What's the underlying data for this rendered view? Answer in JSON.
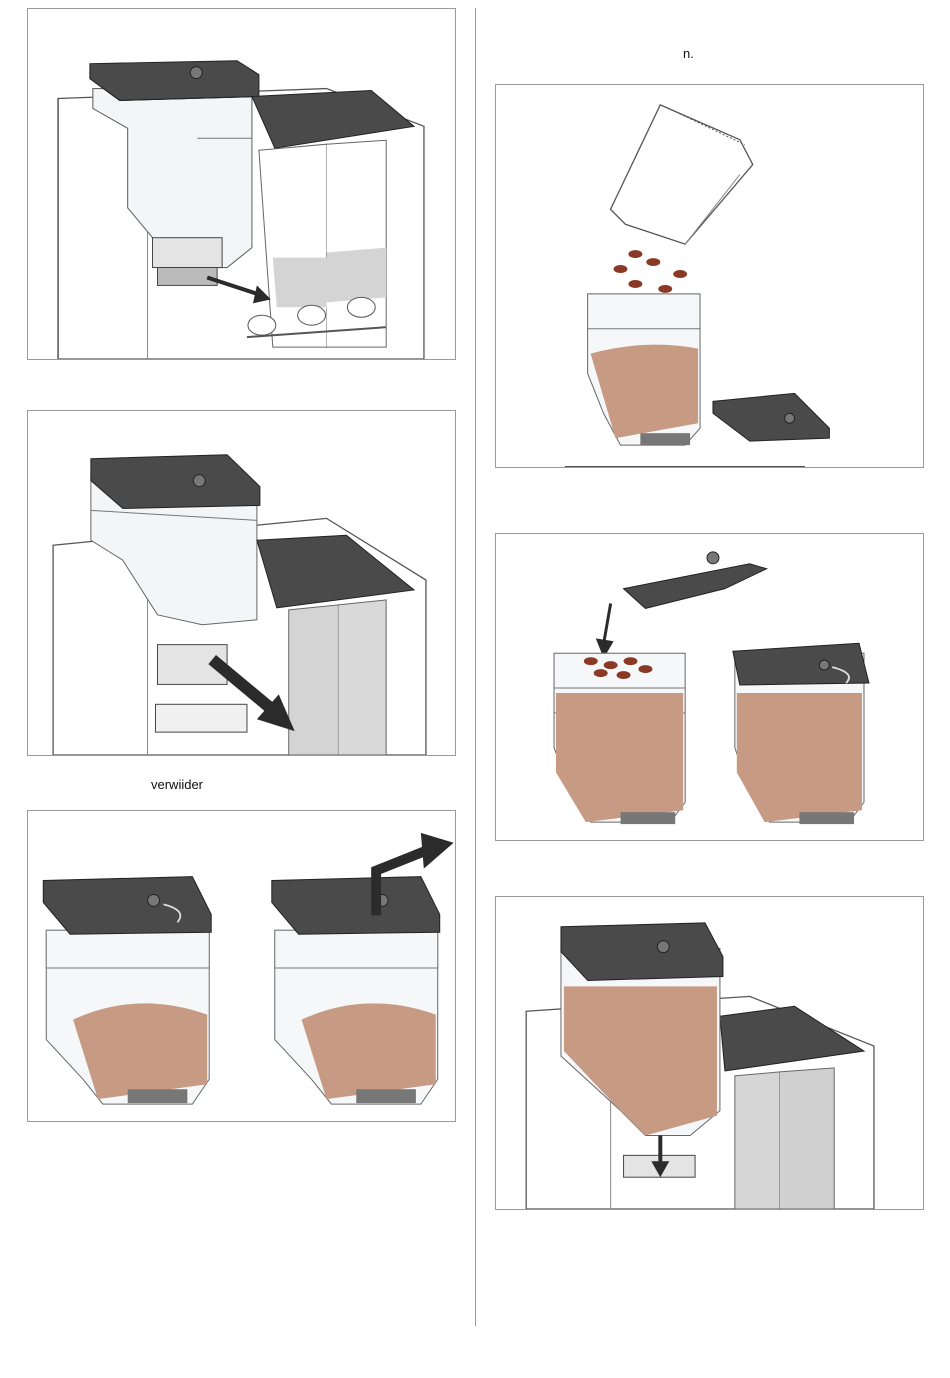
{
  "captions": {
    "remove_label": "verwiider",
    "top_right_fragment": "n."
  },
  "figures": [
    {
      "id": "fig-1",
      "icon": "machine-lift-lid-icon"
    },
    {
      "id": "fig-2",
      "icon": "machine-remove-container-icon"
    },
    {
      "id": "fig-3",
      "icon": "container-unlock-lid-icon"
    },
    {
      "id": "fig-4",
      "icon": "pour-beans-icon"
    },
    {
      "id": "fig-5",
      "icon": "container-close-lid-icon"
    },
    {
      "id": "fig-6",
      "icon": "machine-insert-container-icon"
    }
  ],
  "colors": {
    "lid": "#4a4a4a",
    "beans": "#c79a84",
    "bean_dark": "#8a3a24",
    "arrow": "#2b2b2b",
    "outline": "#555555"
  }
}
